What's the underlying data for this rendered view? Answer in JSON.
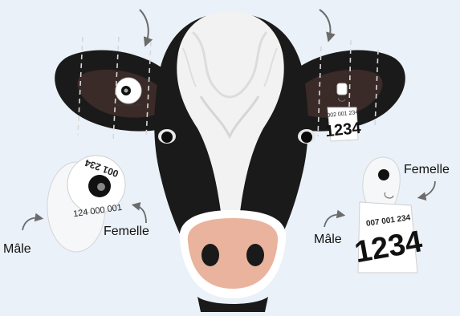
{
  "labels": {
    "left_male": "Mâle",
    "left_female": "Femelle",
    "right_male": "Mâle",
    "right_female": "Femelle"
  },
  "tags": {
    "left_ear_tag_code": "124 000 001 234",
    "right_ear_tag_small_code": "002 001 234",
    "right_ear_tag_big_number": "1234",
    "left_detail_ring_top": "001 234",
    "left_detail_ring_bottom": "124 000 001",
    "right_detail_small_code": "007 001 234",
    "right_detail_big_number": "1234"
  },
  "colors": {
    "background": "#eaf1f9",
    "cow_black": "#1a1a1a",
    "cow_white": "#f2f2f2",
    "muzzle_pink": "#e9b39d",
    "ear_inner": "#3a2a28",
    "tag_white": "#ffffff",
    "arrow_gray": "#6b6b6b",
    "guide_dashes": "#d8d8d8"
  }
}
